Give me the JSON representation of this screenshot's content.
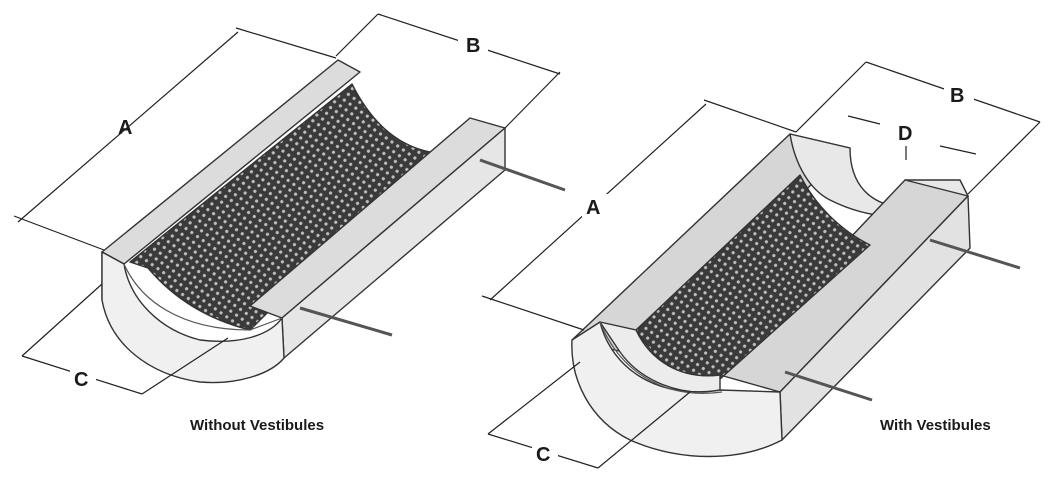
{
  "left_figure": {
    "caption": "Without Vestibules",
    "labels": {
      "a": "A",
      "b": "B",
      "c": "C"
    }
  },
  "right_figure": {
    "caption": "With Vestibules",
    "labels": {
      "a": "A",
      "b": "B",
      "c": "C",
      "d": "D"
    }
  },
  "colors": {
    "insulation_face": "#eaeaea",
    "insulation_top": "#d9d9d9",
    "insulation_end": "#f2f2f2",
    "element_coil": "#2a2a2a",
    "outline": "#333333"
  }
}
